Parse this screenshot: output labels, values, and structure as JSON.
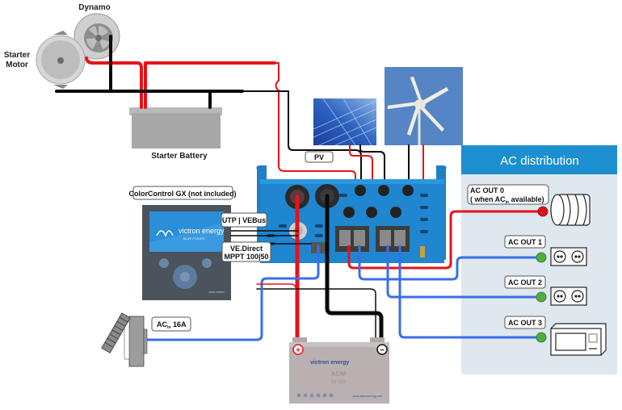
{
  "labels": {
    "dynamo": "Dynamo",
    "starter_motor_line1": "Starter",
    "starter_motor_line2": "Motor",
    "starter_battery": "Starter Battery",
    "pv": "PV",
    "colorcontrol": "ColorControl GX (not included)",
    "utp_vebus": "UTP | VEBus",
    "vedirect_line1": "VE.Direct",
    "vedirect_line2": "MPPT 100|50",
    "ac_in": "AC",
    "ac_in_sub": "in",
    "ac_in_rating": " 16A",
    "ac_distribution": "AC distribution",
    "ac_out0_line1": "AC  OUT 0",
    "ac_out0_line2a": "( when AC",
    "ac_out0_line2sub": "in",
    "ac_out0_line2b": " available)",
    "ac_out1": "AC OUT 1",
    "ac_out2": "AC OUT 2",
    "ac_out3": "AC OUT 3",
    "brand": "victron energy",
    "brand_tagline": "BLUE POWER",
    "battery_model_line1": "AGM",
    "battery_model_line2": "12-110",
    "battery_plus": "+",
    "battery_minus": "−",
    "battery_url": "www.victronenergy.com",
    "cc_footer": "color control"
  },
  "colors": {
    "dc_positive": "#e8121a",
    "dc_negative": "#0a0a0a",
    "ac_wire": "#3a6ee8",
    "ac_distribution_header": "#1d8fd0",
    "ac_distribution_panel": "#dfe7ef",
    "inverter_body": "#1f86cf",
    "ac_out0_dot": "#d9141c",
    "ac_out_dot": "#4caf3e"
  }
}
